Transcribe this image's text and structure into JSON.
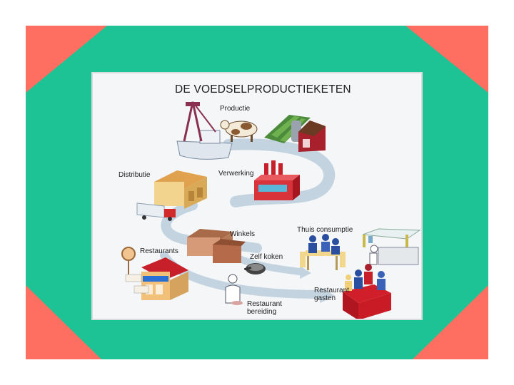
{
  "colors": {
    "background": "#1dc394",
    "corner": "#ff6f61",
    "panel": "#f4f6f7",
    "arrow": "#c3d3e0"
  },
  "diagram": {
    "title": "DE VOEDSELPRODUCTIEKETEN",
    "labels": {
      "productie": "Productie",
      "distributie": "Distributie",
      "verwerking": "Verwerking",
      "winkels": "Winkels",
      "thuis": "Thuis consumptie",
      "restaurants": "Restaurants",
      "zelf_koken": "Zelf koken",
      "restaurant_gasten_1": "Restaurant",
      "restaurant_gasten_2": "gasten",
      "restaurant_bereiding_1": "Restaurant",
      "restaurant_bereiding_2": "bereiding",
      "sign_1": "",
      "sign_2": ""
    }
  }
}
